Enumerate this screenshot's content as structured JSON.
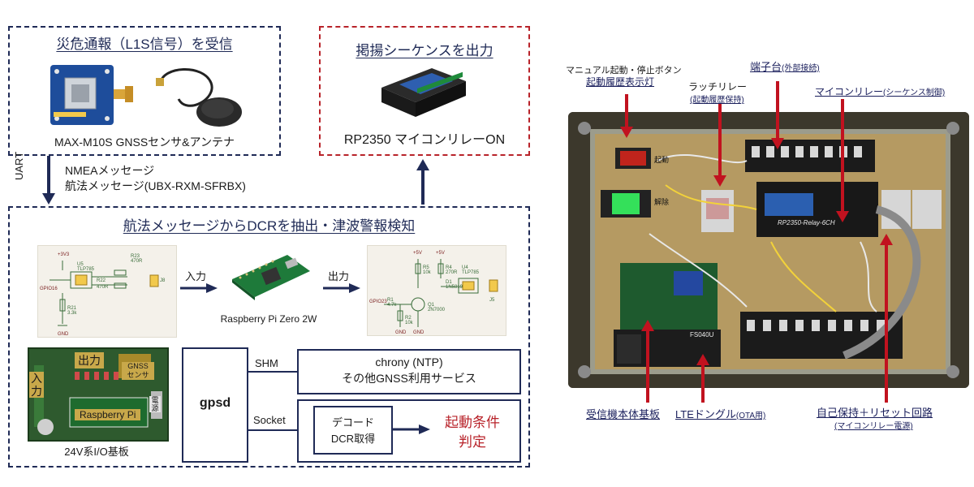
{
  "left": {
    "receive": {
      "title": "災危通報（L1S信号）を受信",
      "caption": "MAX-M10S GNSSセンサ&アンテナ"
    },
    "output": {
      "title": "掲揚シーケンスを出力",
      "caption": "RP2350 マイコンリレーON"
    },
    "uart": {
      "label": "UART",
      "nmea": "NMEAメッセージ",
      "nav": "航法メッセージ(UBX-RXM-SFRBX)"
    },
    "process": {
      "title": "航法メッセージからDCRを抽出・津波警報検知",
      "input_label": "入力",
      "output_label": "出力",
      "pi_caption": "Raspberry Pi Zero 2W",
      "board": {
        "caption": "24V系I/O基板",
        "out": "出力",
        "in": "入力",
        "gnss": "GNSS\nセンサ",
        "pi": "Raspberry Pi",
        "power": "電\n源"
      },
      "gpsd": "gpsd",
      "shm": "SHM",
      "socket": "Socket",
      "chrony_1": "chrony (NTP)",
      "chrony_2": "その他GNSS利用サービス",
      "decode_1": "デコード",
      "decode_2": "DCR取得",
      "trigger_1": "起動条件",
      "trigger_2": "判定"
    },
    "schematic_in": {
      "labels": [
        "+3V3",
        "U5",
        "TLP785",
        "R23",
        "470R",
        "R22",
        "470R",
        "J8",
        "GPIO16",
        "R21",
        "3.3k",
        "GND"
      ]
    },
    "schematic_out": {
      "labels": [
        "+5V",
        "+5V",
        "R5",
        "10k",
        "R4",
        "270R",
        "U4",
        "TLP785",
        "D1",
        "1N5819",
        "GPIO23",
        "R1",
        "4.7k",
        "Q1",
        "2N7000",
        "R2",
        "10k",
        "J5",
        "GND",
        "GND"
      ]
    }
  },
  "right": {
    "callouts": {
      "manual": "マニュアル起動・停止ボタン",
      "manual_lamp": "起動履歴表示灯",
      "latch": "ラッチリレー",
      "latch_sub": "(起動履歴保持)",
      "terminal": "端子台",
      "terminal_sub": "(外部接続)",
      "mcu": "マイコンリレー",
      "mcu_sub": "(シーケンス制御)",
      "receiver": "受信機本体基板",
      "lte": "LTEドングル",
      "lte_sub": "(OTA用)",
      "selfhold": "自己保持＋リセット回路",
      "selfhold_sub": "(マイコンリレー電源)"
    },
    "device_labels": {
      "start": "起動",
      "cancel": "解除",
      "relay_board": "RP2350-Relay-6CH",
      "dongle": "FS040U"
    }
  },
  "colors": {
    "navy": "#1f2a56",
    "red": "#b8232a",
    "callout_red": "#c1121f"
  }
}
